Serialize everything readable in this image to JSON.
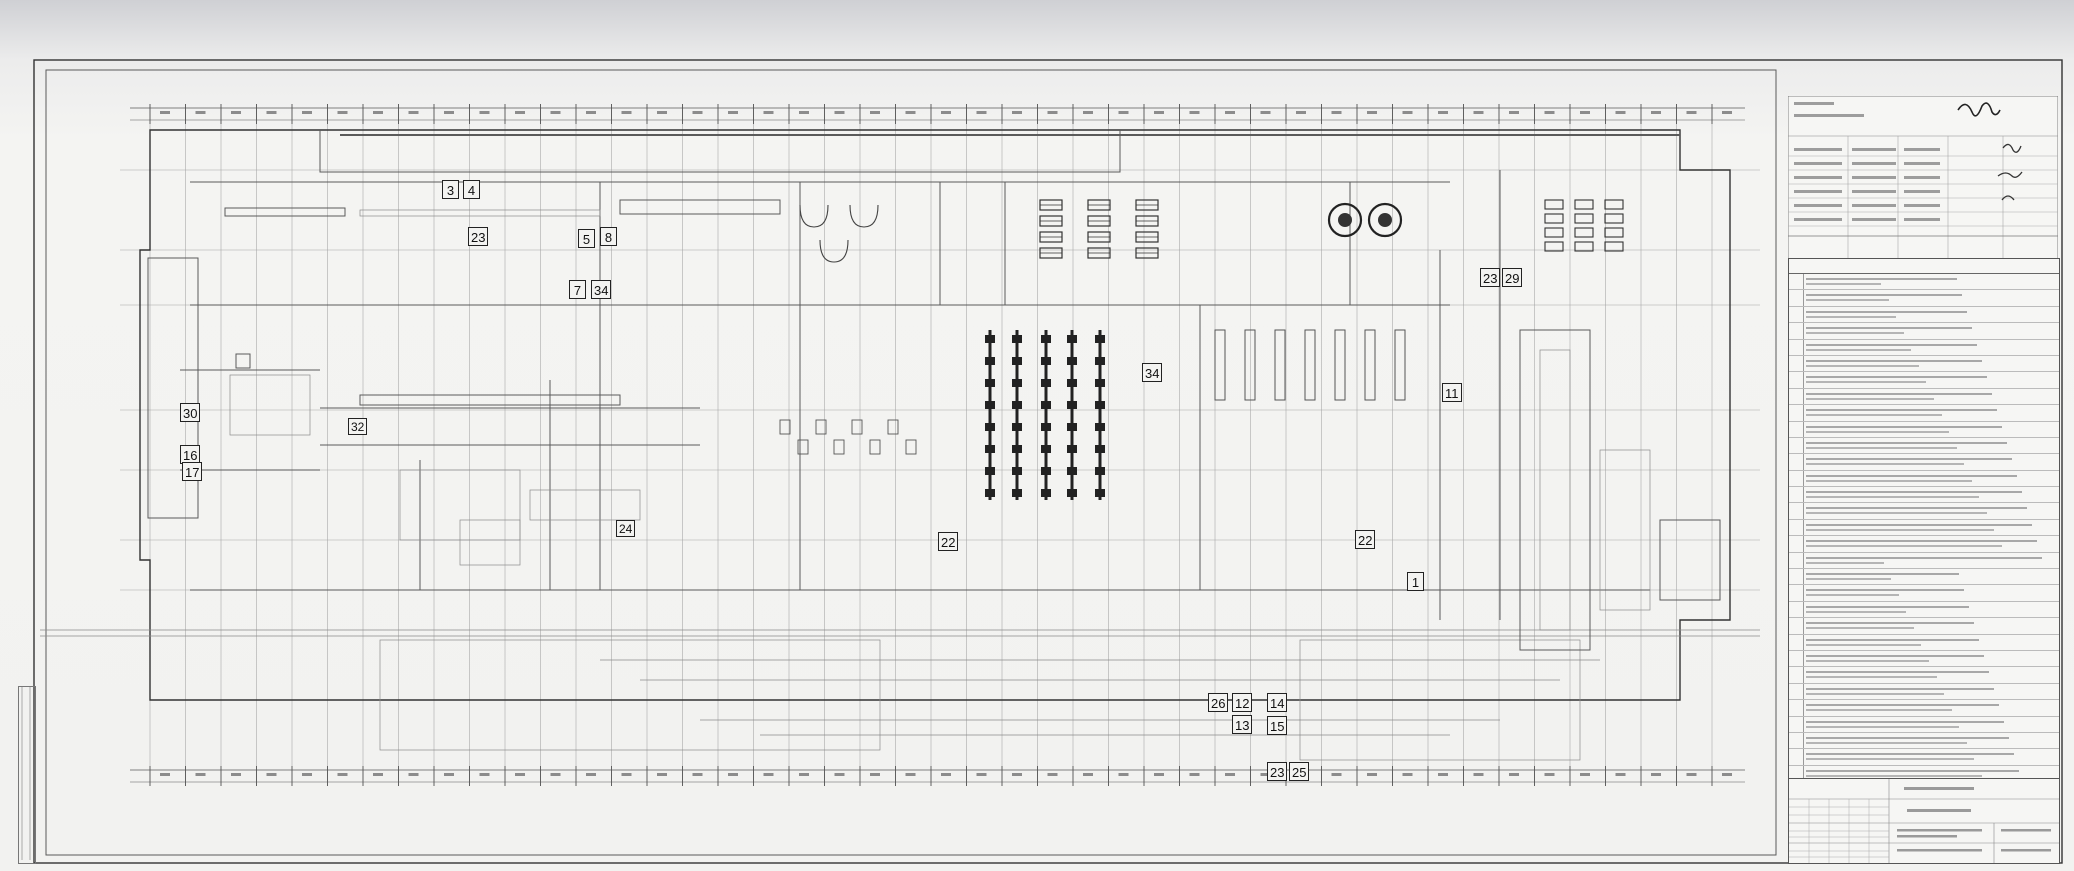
{
  "drawing": {
    "sheet_type": "scanned architectural floor plan",
    "line_color": "#5a5a5a",
    "paper_color": "#f2f2f0"
  },
  "callouts": [
    {
      "id": "c3",
      "label": "3"
    },
    {
      "id": "c4",
      "label": "4"
    },
    {
      "id": "c23a",
      "label": "23"
    },
    {
      "id": "c5",
      "label": "5"
    },
    {
      "id": "c8",
      "label": "8"
    },
    {
      "id": "c7",
      "label": "7"
    },
    {
      "id": "c34a",
      "label": "34"
    },
    {
      "id": "c23b",
      "label": "23"
    },
    {
      "id": "c29",
      "label": "29"
    },
    {
      "id": "c34b",
      "label": "34"
    },
    {
      "id": "c11",
      "label": "11"
    },
    {
      "id": "c30",
      "label": "30"
    },
    {
      "id": "c16",
      "label": "16"
    },
    {
      "id": "c17",
      "label": "17"
    },
    {
      "id": "c32",
      "label": "32"
    },
    {
      "id": "c24",
      "label": "24"
    },
    {
      "id": "c22a",
      "label": "22"
    },
    {
      "id": "c22b",
      "label": "22"
    },
    {
      "id": "c1",
      "label": "1"
    },
    {
      "id": "c26",
      "label": "26"
    },
    {
      "id": "c12",
      "label": "12"
    },
    {
      "id": "c14",
      "label": "14"
    },
    {
      "id": "c13",
      "label": "13"
    },
    {
      "id": "c15",
      "label": "15"
    },
    {
      "id": "c23c",
      "label": "23"
    },
    {
      "id": "c25",
      "label": "25"
    }
  ]
}
